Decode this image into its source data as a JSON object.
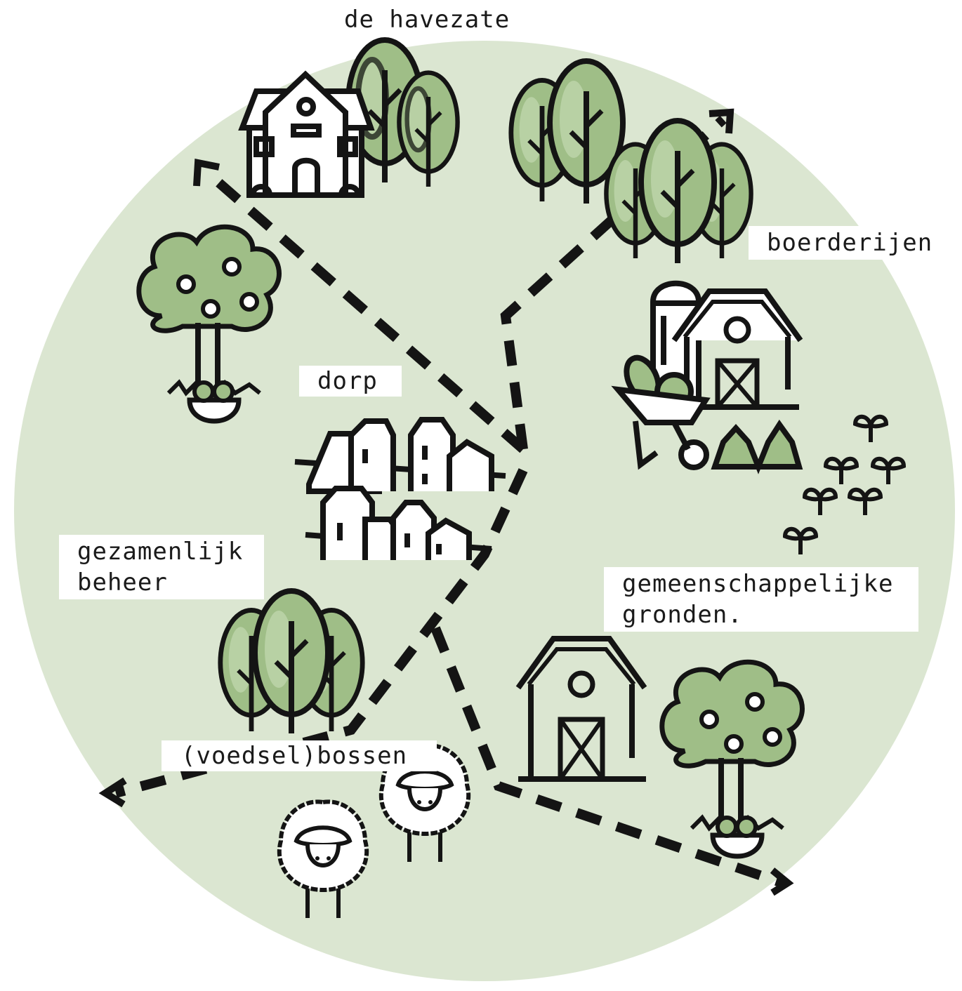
{
  "labels": {
    "havezate": "de havezate",
    "boerderijen": "boerderijen",
    "dorp": "dorp",
    "beheer": "gezamenlijk\nbeheer",
    "gronden": "gemeenschappelijke\ngronden.",
    "bossen": "(voedsel)bossen"
  },
  "colors": {
    "background_circle": "#dbe6d1",
    "tree_fill": "#9fbe87",
    "tree_highlight": "#c3d8b1",
    "stroke": "#141414"
  },
  "icons": [
    "manor-house-icon",
    "tree-cluster-icon",
    "orchard-tree-icon",
    "village-icon",
    "barn-icon",
    "silo-icon",
    "wheelbarrow-icon",
    "sprout-icon",
    "sheep-icon"
  ]
}
